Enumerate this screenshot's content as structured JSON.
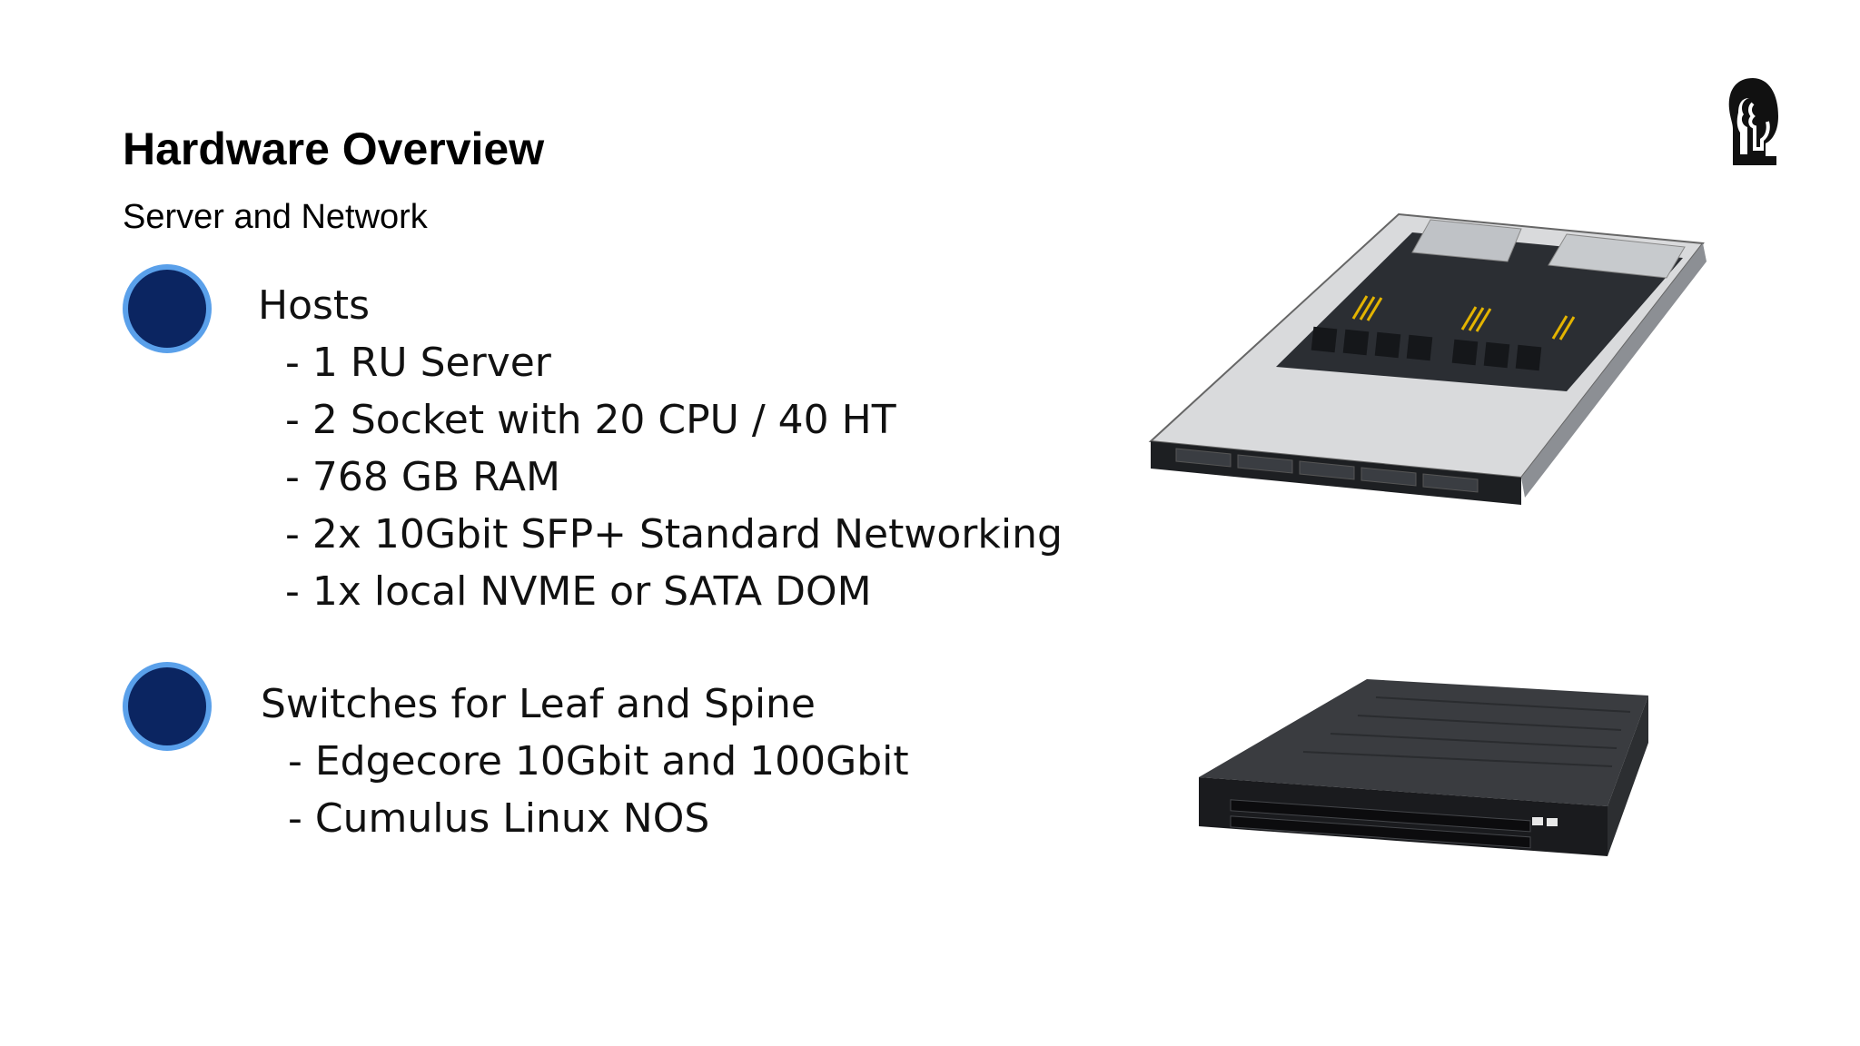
{
  "slide": {
    "title": "Hardware Overview",
    "subtitle": "Server and Network"
  },
  "hosts": {
    "heading": "Hosts",
    "items": [
      "- 1 RU Server",
      "- 2 Socket with 20 CPU / 40 HT",
      "- 768 GB RAM",
      "- 2x 10Gbit SFP+ Standard Networking",
      "- 1x local NVME or SATA DOM"
    ]
  },
  "switches": {
    "heading": "Switches for Leaf and Spine",
    "items": [
      "- Edgecore 10Gbit and 100Gbit",
      "- Cumulus Linux NOS"
    ]
  },
  "images": {
    "server": "1U rack server photo",
    "switch": "network switch photo",
    "logo": "head silhouette logo"
  },
  "colors": {
    "bullet_fill": "#0b2561",
    "bullet_ring": "#5aa0ea"
  }
}
